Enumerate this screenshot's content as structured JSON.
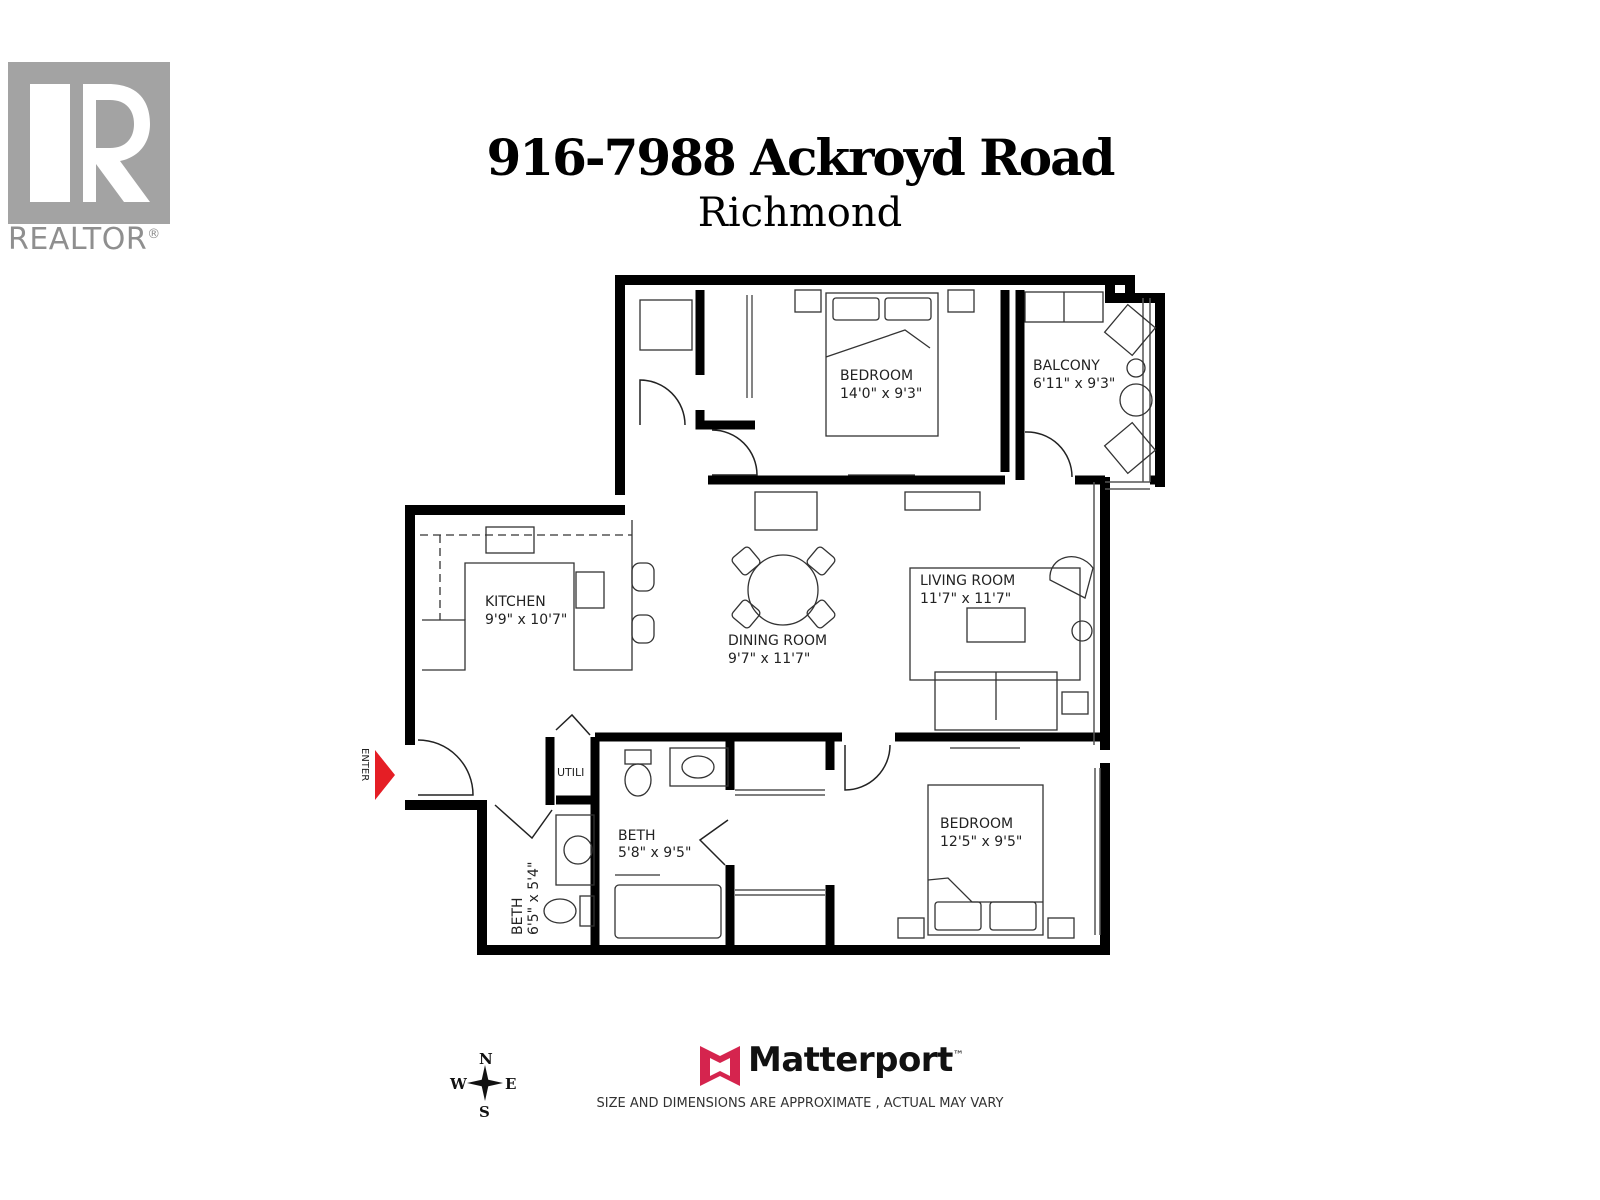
{
  "logo": {
    "brand": "REALTOR",
    "mark": "®"
  },
  "header": {
    "address": "916-7988 Ackroyd Road",
    "city": "Richmond"
  },
  "rooms": {
    "bedroom1": {
      "name": "BEDROOM",
      "size": "14'0\" x 9'3\""
    },
    "balcony": {
      "name": "BALCONY",
      "size": "6'11\" x 9'3\""
    },
    "kitchen": {
      "name": "KITCHEN",
      "size": "9'9\" x 10'7\""
    },
    "dining": {
      "name": "DINING ROOM",
      "size": "9'7\" x 11'7\""
    },
    "living": {
      "name": "LIVING ROOM",
      "size": "11'7\" x 11'7\""
    },
    "utility": {
      "name": "UTILI"
    },
    "bath1": {
      "name": "BETH",
      "size": "5'8\" x 9'5\""
    },
    "bath2": {
      "name": "BETH",
      "size": "6'5\" x 5'4\""
    },
    "bedroom2": {
      "name": "BEDROOM",
      "size": "12'5\" x 9'5\""
    }
  },
  "entry": {
    "label": "ENTER"
  },
  "compass": {
    "n": "N",
    "s": "S",
    "e": "E",
    "w": "W"
  },
  "footer": {
    "brand": "Matterport",
    "tm": "™",
    "disclaimer": "SIZE AND DIMENSIONS ARE APPROXIMATE , ACTUAL MAY VARY"
  },
  "colors": {
    "entry_arrow": "#e51e25",
    "matterport_mark": "#d5244e",
    "realtor_logo": "#a3a3a3",
    "walls": "#000000"
  }
}
